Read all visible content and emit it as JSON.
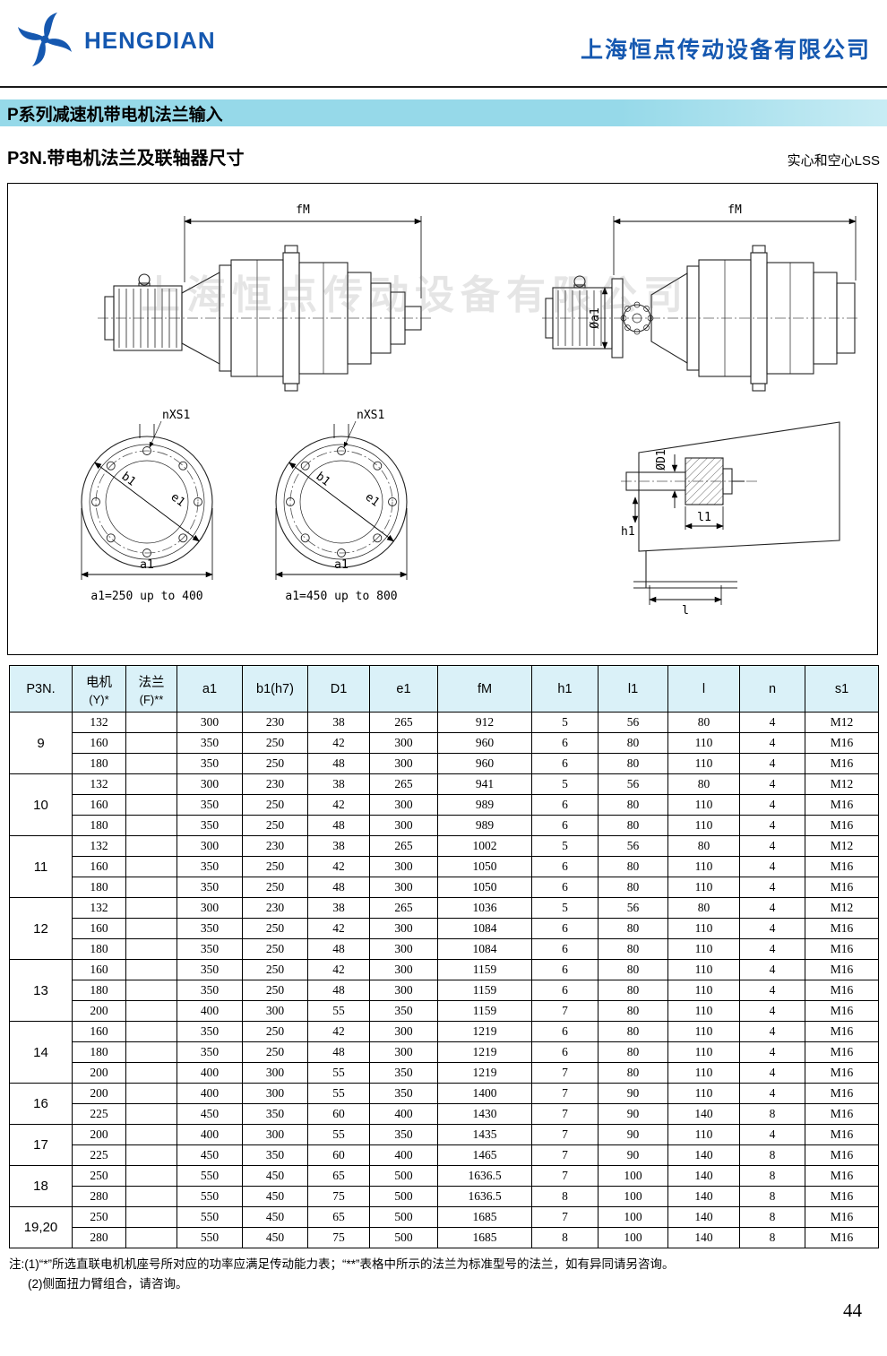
{
  "theme": {
    "accent_blue": "#1558b0",
    "band_cyan": "#96d9e9",
    "table_header_bg": "#daf1f8"
  },
  "header": {
    "brand": "HENGDIAN",
    "company": "上海恒点传动设备有限公司"
  },
  "title_band": "P系列减速机带电机法兰输入",
  "section": {
    "title_left": "P3N.带电机法兰及联轴器尺寸",
    "title_right": "实心和空心LSS"
  },
  "drawing": {
    "watermark": "上海恒点传动设备有限公司",
    "labels": {
      "fm": "fM",
      "nxs1": "nXS1",
      "b1": "b1",
      "e1": "e1",
      "a1": "a1",
      "oa1": "Øa1",
      "od1": "ØD1",
      "h1": "h1",
      "l1": "l1",
      "l": "l"
    },
    "captions": [
      "a1=250 up to 400",
      "a1=450 up to 800"
    ]
  },
  "table": {
    "columns": [
      {
        "label": "P3N.",
        "sub": ""
      },
      {
        "label": "电机",
        "sub": "(Y)*"
      },
      {
        "label": "法兰",
        "sub": "(F)**"
      },
      {
        "label": "a1",
        "sub": ""
      },
      {
        "label": "b1(h7)",
        "sub": ""
      },
      {
        "label": "D1",
        "sub": ""
      },
      {
        "label": "e1",
        "sub": ""
      },
      {
        "label": "fM",
        "sub": ""
      },
      {
        "label": "h1",
        "sub": ""
      },
      {
        "label": "l1",
        "sub": ""
      },
      {
        "label": "l",
        "sub": ""
      },
      {
        "label": "n",
        "sub": ""
      },
      {
        "label": "s1",
        "sub": ""
      }
    ],
    "groups": [
      {
        "p3n": "9",
        "rows": [
          [
            "132",
            "",
            "300",
            "230",
            "38",
            "265",
            "912",
            "5",
            "56",
            "80",
            "4",
            "M12"
          ],
          [
            "160",
            "",
            "350",
            "250",
            "42",
            "300",
            "960",
            "6",
            "80",
            "110",
            "4",
            "M16"
          ],
          [
            "180",
            "",
            "350",
            "250",
            "48",
            "300",
            "960",
            "6",
            "80",
            "110",
            "4",
            "M16"
          ]
        ]
      },
      {
        "p3n": "10",
        "rows": [
          [
            "132",
            "",
            "300",
            "230",
            "38",
            "265",
            "941",
            "5",
            "56",
            "80",
            "4",
            "M12"
          ],
          [
            "160",
            "",
            "350",
            "250",
            "42",
            "300",
            "989",
            "6",
            "80",
            "110",
            "4",
            "M16"
          ],
          [
            "180",
            "",
            "350",
            "250",
            "48",
            "300",
            "989",
            "6",
            "80",
            "110",
            "4",
            "M16"
          ]
        ]
      },
      {
        "p3n": "11",
        "rows": [
          [
            "132",
            "",
            "300",
            "230",
            "38",
            "265",
            "1002",
            "5",
            "56",
            "80",
            "4",
            "M12"
          ],
          [
            "160",
            "",
            "350",
            "250",
            "42",
            "300",
            "1050",
            "6",
            "80",
            "110",
            "4",
            "M16"
          ],
          [
            "180",
            "",
            "350",
            "250",
            "48",
            "300",
            "1050",
            "6",
            "80",
            "110",
            "4",
            "M16"
          ]
        ]
      },
      {
        "p3n": "12",
        "rows": [
          [
            "132",
            "",
            "300",
            "230",
            "38",
            "265",
            "1036",
            "5",
            "56",
            "80",
            "4",
            "M12"
          ],
          [
            "160",
            "",
            "350",
            "250",
            "42",
            "300",
            "1084",
            "6",
            "80",
            "110",
            "4",
            "M16"
          ],
          [
            "180",
            "",
            "350",
            "250",
            "48",
            "300",
            "1084",
            "6",
            "80",
            "110",
            "4",
            "M16"
          ]
        ]
      },
      {
        "p3n": "13",
        "rows": [
          [
            "160",
            "",
            "350",
            "250",
            "42",
            "300",
            "1159",
            "6",
            "80",
            "110",
            "4",
            "M16"
          ],
          [
            "180",
            "",
            "350",
            "250",
            "48",
            "300",
            "1159",
            "6",
            "80",
            "110",
            "4",
            "M16"
          ],
          [
            "200",
            "",
            "400",
            "300",
            "55",
            "350",
            "1159",
            "7",
            "80",
            "110",
            "4",
            "M16"
          ]
        ]
      },
      {
        "p3n": "14",
        "rows": [
          [
            "160",
            "",
            "350",
            "250",
            "42",
            "300",
            "1219",
            "6",
            "80",
            "110",
            "4",
            "M16"
          ],
          [
            "180",
            "",
            "350",
            "250",
            "48",
            "300",
            "1219",
            "6",
            "80",
            "110",
            "4",
            "M16"
          ],
          [
            "200",
            "",
            "400",
            "300",
            "55",
            "350",
            "1219",
            "7",
            "80",
            "110",
            "4",
            "M16"
          ]
        ]
      },
      {
        "p3n": "16",
        "rows": [
          [
            "200",
            "",
            "400",
            "300",
            "55",
            "350",
            "1400",
            "7",
            "90",
            "110",
            "4",
            "M16"
          ],
          [
            "225",
            "",
            "450",
            "350",
            "60",
            "400",
            "1430",
            "7",
            "90",
            "140",
            "8",
            "M16"
          ]
        ]
      },
      {
        "p3n": "17",
        "rows": [
          [
            "200",
            "",
            "400",
            "300",
            "55",
            "350",
            "1435",
            "7",
            "90",
            "110",
            "4",
            "M16"
          ],
          [
            "225",
            "",
            "450",
            "350",
            "60",
            "400",
            "1465",
            "7",
            "90",
            "140",
            "8",
            "M16"
          ]
        ]
      },
      {
        "p3n": "18",
        "rows": [
          [
            "250",
            "",
            "550",
            "450",
            "65",
            "500",
            "1636.5",
            "7",
            "100",
            "140",
            "8",
            "M16"
          ],
          [
            "280",
            "",
            "550",
            "450",
            "75",
            "500",
            "1636.5",
            "8",
            "100",
            "140",
            "8",
            "M16"
          ]
        ]
      },
      {
        "p3n": "19,20",
        "rows": [
          [
            "250",
            "",
            "550",
            "450",
            "65",
            "500",
            "1685",
            "7",
            "100",
            "140",
            "8",
            "M16"
          ],
          [
            "280",
            "",
            "550",
            "450",
            "75",
            "500",
            "1685",
            "8",
            "100",
            "140",
            "8",
            "M16"
          ]
        ]
      }
    ]
  },
  "notes": [
    "注:(1)“*”所选直联电机机座号所对应的功率应满足传动能力表；“**”表格中所示的法兰为标准型号的法兰，如有异同请另咨询。",
    "(2)侧面扭力臂组合，请咨询。"
  ],
  "page_number": "44"
}
